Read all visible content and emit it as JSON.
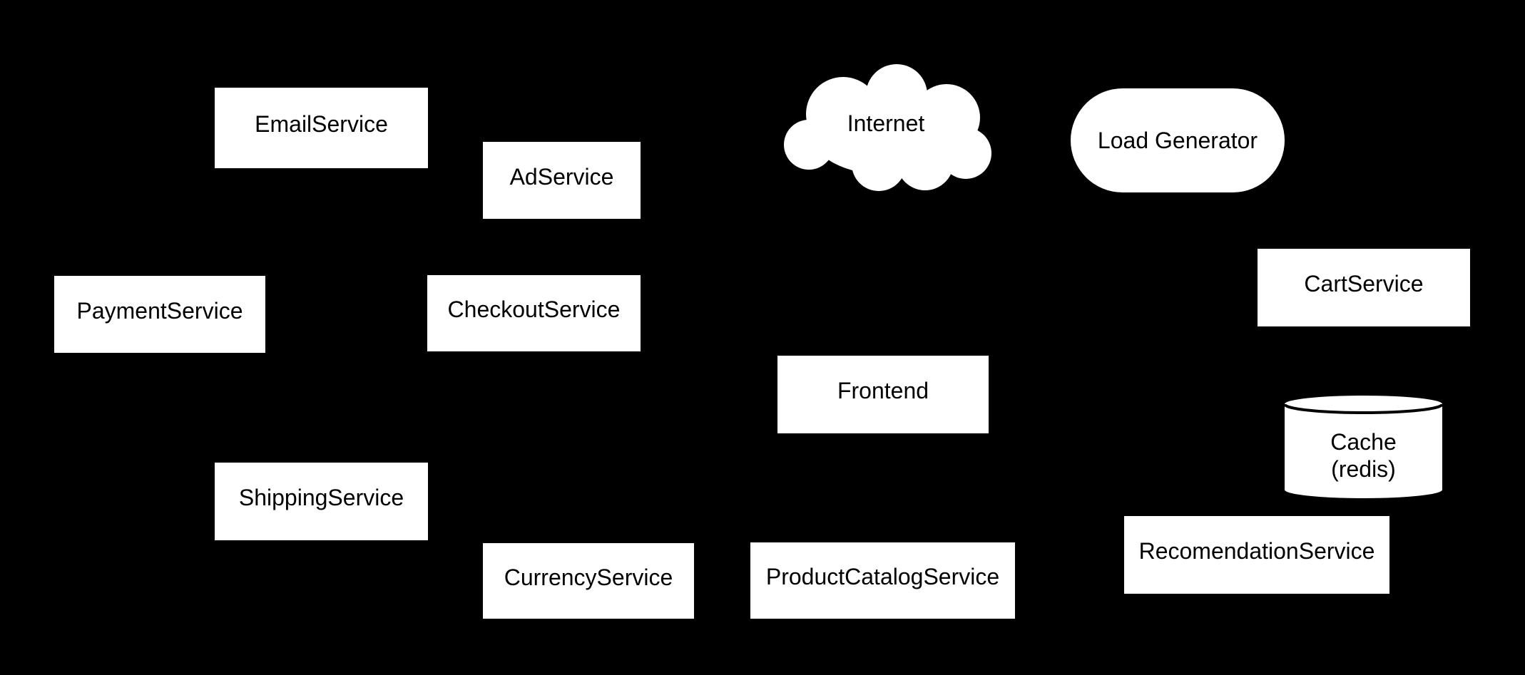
{
  "diagram": {
    "title": "microservices-architecture-diagram",
    "colors": {
      "background": "#000000",
      "node_fill": "#ffffff",
      "node_text": "#000000",
      "cylinder_lid_stroke": "#000000"
    },
    "nodes": {
      "email_service": {
        "label": "EmailService",
        "shape": "rectangle"
      },
      "ad_service": {
        "label": "AdService",
        "shape": "rectangle"
      },
      "internet": {
        "label": "Internet",
        "shape": "cloud"
      },
      "load_generator": {
        "label": "Load Generator",
        "shape": "stadium"
      },
      "payment_service": {
        "label": "PaymentService",
        "shape": "rectangle"
      },
      "checkout_service": {
        "label": "CheckoutService",
        "shape": "rectangle"
      },
      "cart_service": {
        "label": "CartService",
        "shape": "rectangle"
      },
      "frontend": {
        "label": "Frontend",
        "shape": "rectangle"
      },
      "cache": {
        "label_line1": "Cache",
        "label_line2": "(redis)",
        "shape": "cylinder"
      },
      "shipping_service": {
        "label": "ShippingService",
        "shape": "rectangle"
      },
      "currency_service": {
        "label": "CurrencyService",
        "shape": "rectangle"
      },
      "product_catalog_service": {
        "label": "ProductCatalogService",
        "shape": "rectangle"
      },
      "recomendation_service": {
        "label": "RecomendationService",
        "shape": "rectangle"
      }
    }
  }
}
